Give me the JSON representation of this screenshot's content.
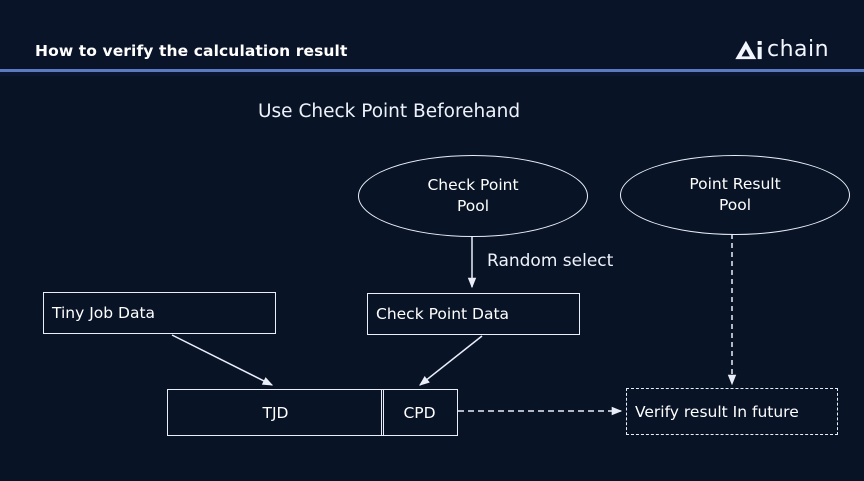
{
  "header": {
    "title": "How to verify the calculation result",
    "logo": {
      "mark_name": "ai-triangle-mark",
      "text": "chain",
      "accent_color": "#5b7ac0"
    },
    "divider_color": "#5b7ac0"
  },
  "slide": {
    "subtitle": "Use Check Point Beforehand",
    "background_color": "#081326",
    "stroke_color": "#e9eef8"
  },
  "diagram": {
    "type": "flow-diagram",
    "nodes": [
      {
        "id": "checkpoint-pool",
        "shape": "ellipse",
        "label": "Check Point\nPool",
        "line1": "Check Point",
        "line2": "Pool"
      },
      {
        "id": "point-result-pool",
        "shape": "ellipse",
        "label": "Point Result\nPool",
        "line1": "Point Result",
        "line2": "Pool"
      },
      {
        "id": "tiny-job-data",
        "shape": "rect",
        "label": "Tiny Job Data"
      },
      {
        "id": "check-point-data",
        "shape": "rect",
        "label": "Check Point Data"
      },
      {
        "id": "tjd",
        "shape": "rect",
        "label": "TJD"
      },
      {
        "id": "cpd",
        "shape": "rect",
        "label": "CPD"
      },
      {
        "id": "verify-result",
        "shape": "rect-dashed",
        "label": "Verify result In future"
      }
    ],
    "edges": [
      {
        "from": "checkpoint-pool",
        "to": "check-point-data",
        "style": "solid",
        "label": "Random select"
      },
      {
        "from": "tiny-job-data",
        "to": "tjd",
        "style": "solid",
        "label": ""
      },
      {
        "from": "check-point-data",
        "to": "cpd",
        "style": "solid",
        "label": ""
      },
      {
        "from": "cpd",
        "to": "verify-result",
        "style": "dashed",
        "label": ""
      },
      {
        "from": "point-result-pool",
        "to": "verify-result",
        "style": "dashed",
        "label": ""
      }
    ],
    "edge_labels": {
      "random_select": "Random select"
    }
  }
}
